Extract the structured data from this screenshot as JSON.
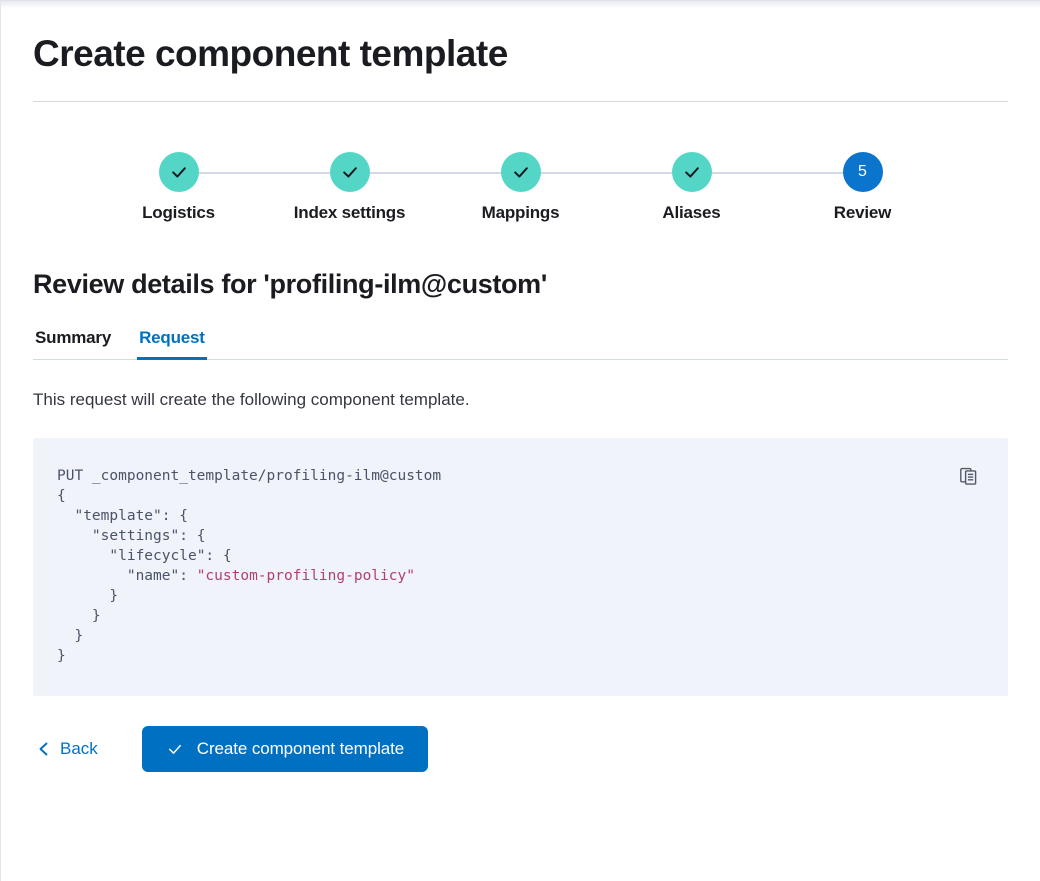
{
  "page": {
    "title": "Create component template"
  },
  "stepper": {
    "steps": [
      {
        "label": "Logistics",
        "state": "complete",
        "marker": "check"
      },
      {
        "label": "Index settings",
        "state": "complete",
        "marker": "check"
      },
      {
        "label": "Mappings",
        "state": "complete",
        "marker": "check"
      },
      {
        "label": "Aliases",
        "state": "complete",
        "marker": "check"
      },
      {
        "label": "Review",
        "state": "current",
        "marker": "5"
      }
    ]
  },
  "review": {
    "heading": "Review details for 'profiling-ilm@custom'",
    "tabs": [
      {
        "label": "Summary",
        "active": false
      },
      {
        "label": "Request",
        "active": true
      }
    ],
    "description": "This request will create the following component template."
  },
  "request": {
    "copy_icon": "copy-clipboard-icon",
    "method_line": "PUT _component_template/profiling-ilm@custom",
    "lines": [
      {
        "indent": 0,
        "text": "{"
      },
      {
        "indent": 1,
        "key": "\"template\"",
        "after": ": {"
      },
      {
        "indent": 2,
        "key": "\"settings\"",
        "after": ": {"
      },
      {
        "indent": 3,
        "key": "\"lifecycle\"",
        "after": ": {"
      },
      {
        "indent": 4,
        "key": "\"name\"",
        "after": ": ",
        "value": "\"custom-profiling-policy\""
      },
      {
        "indent": 3,
        "text": "}"
      },
      {
        "indent": 2,
        "text": "}"
      },
      {
        "indent": 1,
        "text": "}"
      },
      {
        "indent": 0,
        "text": "}"
      }
    ]
  },
  "footer": {
    "back_label": "Back",
    "back_icon": "chevron-left-icon",
    "submit_label": "Create component template",
    "submit_icon": "check-icon"
  },
  "colors": {
    "accent_blue": "#0071c2",
    "step_complete": "#54d6c6",
    "step_current": "#0b74cd",
    "code_bg": "#f0f3fa",
    "code_string": "#b0416f",
    "rule": "#d3dae6"
  }
}
